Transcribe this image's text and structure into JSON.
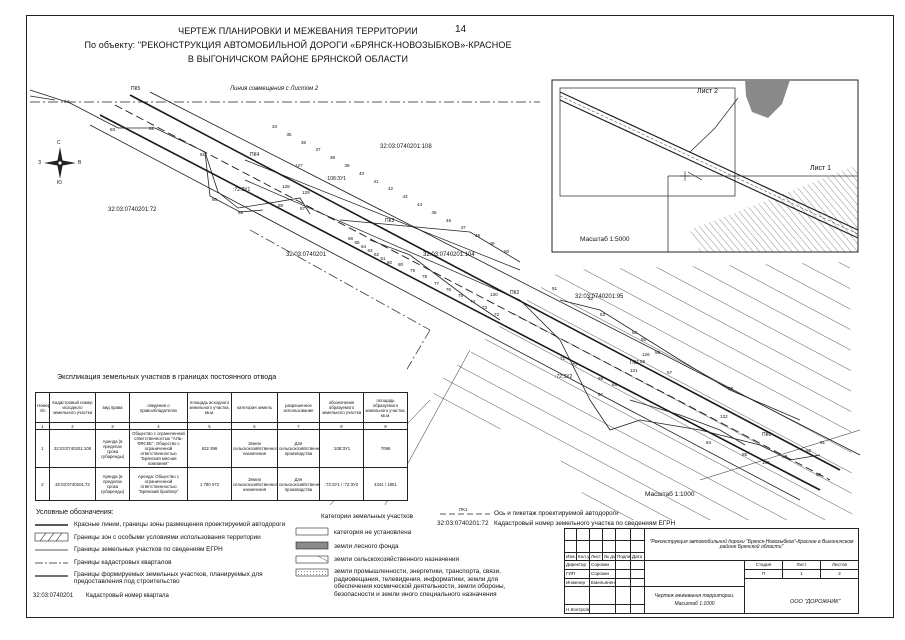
{
  "page_number": "14",
  "title": {
    "line1": "ЧЕРТЕЖ ПЛАНИРОВКИ И МЕЖЕВАНИЯ ТЕРРИТОРИИ",
    "line2": "По объекту: \"РЕКОНСТРУКЦИЯ АВТОМОБИЛЬНОЙ ДОРОГИ «БРЯНСК-НОВОЗЫБКОВ»-КРАСНОЕ",
    "line3": "В ВЫГОНИЧСКОМ РАЙОНЕ БРЯНСКОЙ ОБЛАСТИ"
  },
  "match_line": "Линия совмещения с Листом 2",
  "compass": {
    "n": "С",
    "s": "Ю",
    "w": "З",
    "e": "В"
  },
  "cadastral_labels": {
    "k108": "32:03:0740201:108",
    "k72": "32:03:0740201:72",
    "k201": "32:03:0740201",
    "k104": "32:03:0740201:104",
    "k95": "32:03:0740201:95"
  },
  "parcel_labels": {
    "p3": ":72:ЗУ1",
    "p1": ":108:ЗУ1",
    "p2": ":72:ЗУ2"
  },
  "road_labels": {
    "pk5": "ПК5",
    "pk4": "ПК4",
    "pk3": "ПК3",
    "pk2": "ПК2",
    "pk1": "ПК1",
    "pk0": "ПК0"
  },
  "points_left": [
    "94",
    "83",
    "82",
    "81",
    "86",
    "89",
    "88",
    "87"
  ],
  "points_main": [
    "34",
    "35",
    "36",
    "37",
    "38",
    "39",
    "40",
    "41",
    "42",
    "43",
    "44",
    "45",
    "46",
    "47",
    "48",
    "49",
    "50",
    "127",
    "128",
    "129"
  ],
  "points_mid": [
    "66",
    "65",
    "64",
    "63",
    "62",
    "61",
    "60",
    "80",
    "79",
    "78",
    "77",
    "76",
    "75",
    "74",
    "73",
    "72",
    "130"
  ],
  "points_right": [
    "51",
    "52",
    "53",
    "54",
    "55",
    "56",
    "57",
    "58",
    "59",
    "71",
    "70",
    "69",
    "68",
    "67",
    "131",
    "132",
    "126",
    "84",
    "85",
    "100",
    "90",
    "91",
    "92",
    "93"
  ],
  "inset": {
    "sheet2": "Лист 2",
    "sheet1": "Лист 1",
    "scale": "Масштаб 1:5000"
  },
  "scale_main": "Масштаб 1:1000",
  "explication": {
    "title": "Экспликация земельных участков в границах постоянного отвода",
    "headers": [
      "Номер п/п",
      "Кадастровый номер исходного земельного участка",
      "вид права",
      "сведения о правообладателях",
      "площадь исходного земельного участка, кв.м.",
      "категория земель",
      "разрешенное использование",
      "обозначение образуемого земельного участка",
      "площадь образуемого земельного участка, кв.м."
    ],
    "colnums": [
      "1",
      "2",
      "3",
      "4",
      "5",
      "6",
      "7",
      "8",
      "9"
    ],
    "rows": [
      [
        "1",
        "32:03:0740201:108",
        "Аренда (в пределах срока субаренды)",
        "Общество с ограниченной ответственностью \"АЛЬ-ФЯСКЕ\", Общество с ограниченной ответственностью \"Брянская мясная компания\"",
        "632 396",
        "Земли сельскохозяйственного назначения",
        "Для сельскохозяйственного производства",
        ":108:ЗУ1",
        "7096"
      ],
      [
        "2",
        "32:03:0740201:72",
        "Аренда (в пределах срока субаренды)",
        "Аренда: Общество с ограниченной ответственностью \"Брянский бройлер\"",
        "1 780 072",
        "Земли сельскохозяйственного назначения",
        "Для сельскохозяйственного производства",
        ":72:ЗУ1 / :72:ЗУ2",
        "4341 / 1851"
      ]
    ]
  },
  "legend": {
    "title": "Условные обозначения:",
    "items": [
      "Красные линии, границы зоны размещения проектируемой автодороги",
      "Границы зон с особыми условиями использования территории",
      "Границы земельных участков по сведениям ЕГРН",
      "Границы кадастровых кварталов",
      "Границы формируемых земельных участков, планируемых для предоставления под строительство"
    ],
    "quarter_sample": "32:03:0740201",
    "quarter_label": "Кадастровый номер квартала"
  },
  "categories": {
    "title": "Категории земельных участков",
    "items": [
      "категория не установлена",
      "земли лесного фонда",
      "земли сельскохозяйственного назначения",
      "земли промышленности, энергетики, транспорта, связи, радиовещания, телевидения, информатики, земли для обеспечения космической деятельности, земли обороны, безопасности и земли иного специального назначения"
    ]
  },
  "pk_legend": {
    "sample": "ПК1",
    "label": "Ось и пикетаж проектируемой автодороги",
    "cad_sample": "32:03:0740201:72",
    "cad_label": "Кадастровый номер земельного участка по сведениям ЕГРН"
  },
  "stamp": {
    "object": "\"Реконструкция автомобильной дороги \"Брянск-Новозыбков\"-Красное в Выгоничском районе Брянской области\"",
    "cols": [
      "Изм.",
      "Кол.уч.",
      "Лист",
      "№ док.",
      "Подпись",
      "Дата"
    ],
    "roles": [
      [
        "Директор",
        "Сорокин"
      ],
      [
        "ГИП",
        "Сорокин"
      ],
      [
        "Инженер",
        "Емельяненко"
      ],
      [
        "Н.Контроль",
        ""
      ]
    ],
    "stage_h": "Стадия",
    "sheet_h": "Лист",
    "sheets_h": "Листов",
    "stage": "П",
    "sheet": "1",
    "sheets": "2",
    "doc_title": "Чертеж межевания территории.",
    "doc_scale": "Масштаб 1:1000",
    "company": "ООО \"ДОРОЖНИК\""
  },
  "colors": {
    "red_line": "#1a1a1a",
    "hatch": "#333333",
    "forest": "#8a8a8a"
  }
}
